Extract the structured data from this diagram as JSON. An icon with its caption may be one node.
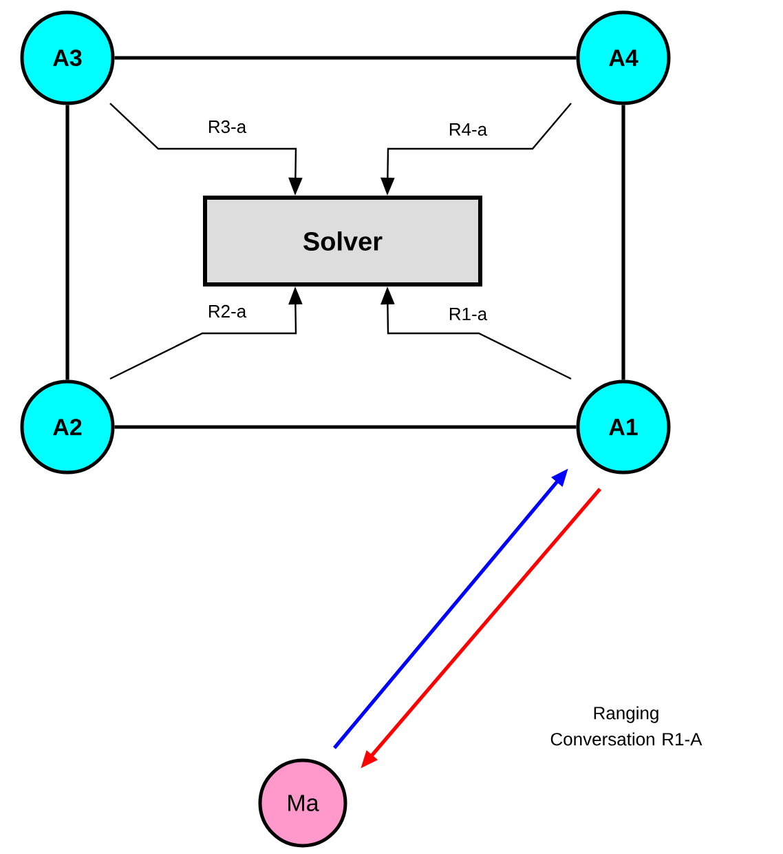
{
  "diagram": {
    "nodes": [
      {
        "text": [
          "A3"
        ]
      },
      {
        "text": [
          "A4"
        ]
      },
      {
        "text": [
          "Solver"
        ]
      },
      {
        "text": [
          "A2"
        ]
      },
      {
        "text": [
          "A1"
        ]
      },
      {
        "text": [
          "Ma"
        ]
      }
    ],
    "edges": [
      {
        "from": 0,
        "to": 1,
        "arrow": "none"
      },
      {
        "from": 0,
        "to": 3,
        "arrow": "none"
      },
      {
        "from": 1,
        "to": 4,
        "arrow": "none"
      },
      {
        "from": 3,
        "to": 4,
        "arrow": "none"
      },
      {
        "from": 0,
        "to": 2,
        "arrow": "to",
        "label": "R3-a"
      },
      {
        "from": 1,
        "to": 2,
        "arrow": "to",
        "label": "R4-a"
      },
      {
        "from": 3,
        "to": 2,
        "arrow": "to",
        "label": "R2-a"
      },
      {
        "from": 4,
        "to": 2,
        "arrow": "to",
        "label": "R1-a"
      },
      {
        "from": 5,
        "to": 4,
        "arrow": "to",
        "color": "#0000ff"
      },
      {
        "from": 4,
        "to": 5,
        "arrow": "to",
        "color": "#ff0000"
      }
    ],
    "labels": [
      "Ranging Conversation R1-A"
    ]
  }
}
